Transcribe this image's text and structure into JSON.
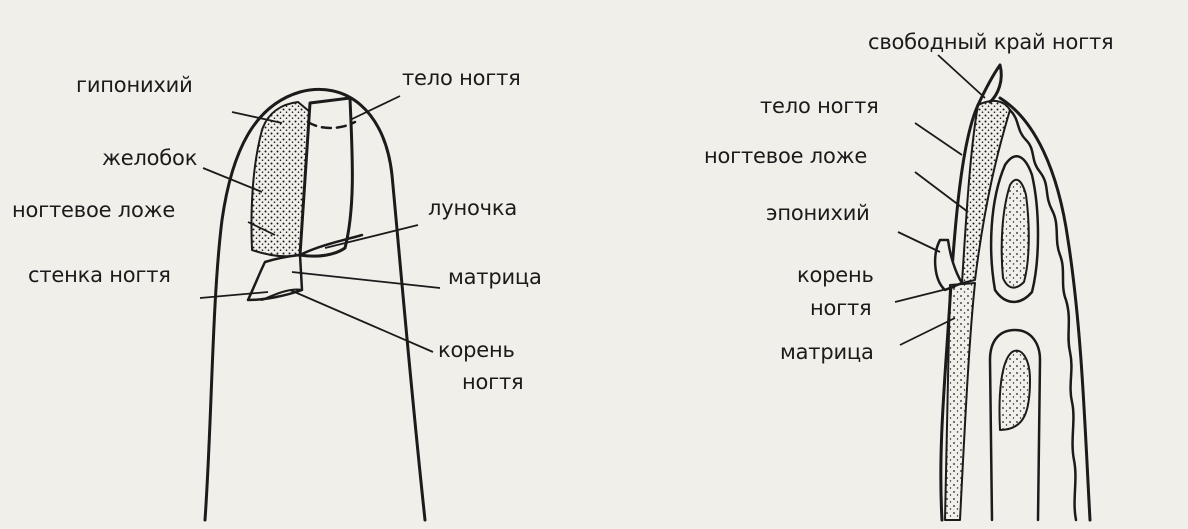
{
  "left_figure": {
    "labels": {
      "hyponychium": "гипонихий",
      "nail_body": "тело ногтя",
      "groove": "желобок",
      "nail_bed": "ногтевое ложе",
      "lunula": "луночка",
      "nail_wall": "стенка ногтя",
      "matrix": "матрица",
      "root_line1": "корень",
      "root_line2": "ногтя"
    }
  },
  "right_figure": {
    "labels": {
      "free_edge": "свободный край ногтя",
      "nail_body": "тело ногтя",
      "nail_bed": "ногтевое ложе",
      "eponychium": "эпонихий",
      "root_line1": "корень",
      "root_line2": "ногтя",
      "matrix": "матрица"
    }
  },
  "colors": {
    "background": "#f1efea",
    "ink": "#1b1b1b"
  }
}
